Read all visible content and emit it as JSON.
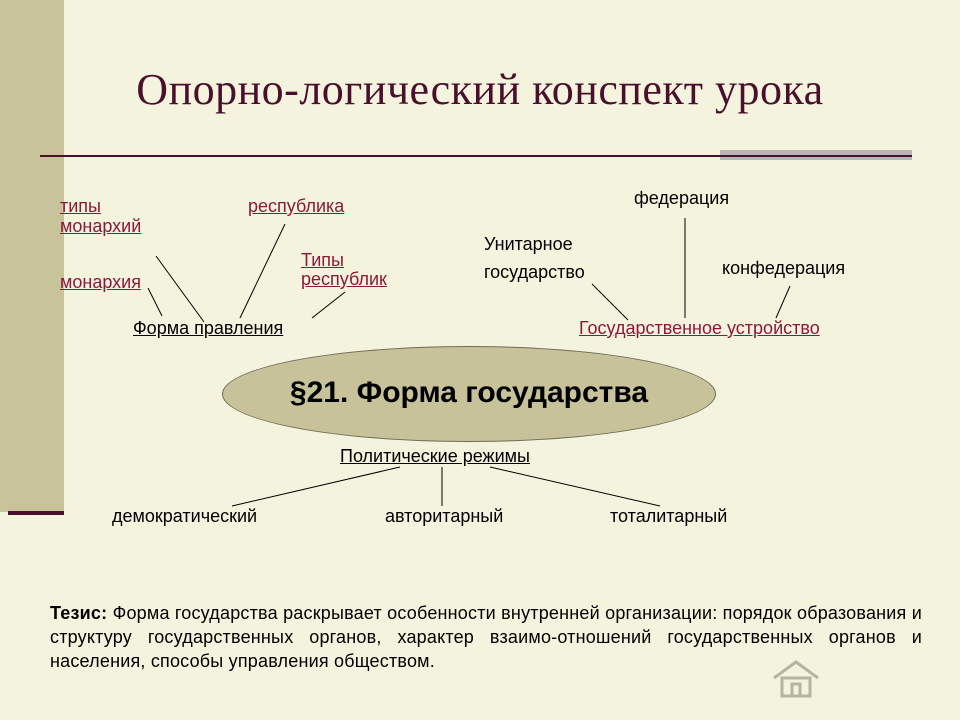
{
  "slide": {
    "title": "Опорно-логический конспект урока"
  },
  "diagram": {
    "center": "§21. Форма государства",
    "form_of_government": {
      "label": "Форма правления",
      "types_of_monarchies_line1": "типы",
      "types_of_monarchies_line2": " монархий",
      "monarchy": "монархия",
      "republic": "республика",
      "types_of_republics_line1": "Типы",
      "types_of_republics_line2": "республик"
    },
    "state_structure": {
      "label": "Государственное устройство",
      "unitary_line1": "Унитарное",
      "unitary_line2": "государство",
      "federation": "федерация",
      "confederation": "конфедерация"
    },
    "political_regimes": {
      "label": "Политические режимы",
      "democratic": "демократический",
      "authoritarian": "авторитарный",
      "totalitarian": "тоталитарный"
    }
  },
  "thesis": {
    "lead": "Тезис:",
    "text": " Форма государства раскрывает особенности внутренней организации: порядок образования и структуру государственных органов, характер взаимо-отношений государственных органов и населения, способы управления обществом."
  },
  "colors": {
    "background": "#F3F3DE",
    "accent": "#4A0F2C",
    "link": "#8B1A3A",
    "ellipse_fill": "#C7C29A",
    "side_bar": "#C8C39A"
  },
  "icons": [
    "home-icon"
  ]
}
